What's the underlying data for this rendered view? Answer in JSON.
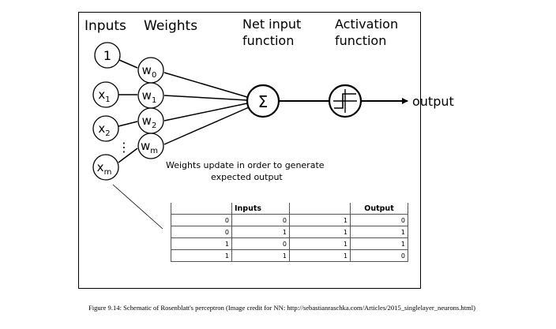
{
  "headings": {
    "inputs": "Inputs",
    "weights": "Weights",
    "net_input_line1": "Net input",
    "net_input_line2": "function",
    "activation_line1": "Activation",
    "activation_line2": "function"
  },
  "input_nodes": [
    {
      "base": "1",
      "sub": ""
    },
    {
      "base": "x",
      "sub": "1"
    },
    {
      "base": "x",
      "sub": "2"
    },
    {
      "base": "x",
      "sub": "m"
    }
  ],
  "weight_nodes": [
    {
      "base": "w",
      "sub": "0"
    },
    {
      "base": "w",
      "sub": "1"
    },
    {
      "base": "w",
      "sub": "2"
    },
    {
      "base": "w",
      "sub": "m"
    }
  ],
  "ellipsis": "⋮",
  "sum_symbol": "Σ",
  "output_label": "output",
  "update_note_line1": "Weights update in order to generate",
  "update_note_line2": "expected output",
  "table": {
    "headers": [
      "",
      "Inputs",
      "",
      "Output"
    ],
    "rows": [
      [
        "0",
        "0",
        "1",
        "0"
      ],
      [
        "0",
        "1",
        "1",
        "1"
      ],
      [
        "1",
        "0",
        "1",
        "1"
      ],
      [
        "1",
        "1",
        "1",
        "0"
      ]
    ]
  },
  "caption": "Figure 9.14: Schematic of Rosenblatt's perceptron (Image credit for NN: http://sebastianraschka.com/Articles/2015_singlelayer_neurons.html)"
}
